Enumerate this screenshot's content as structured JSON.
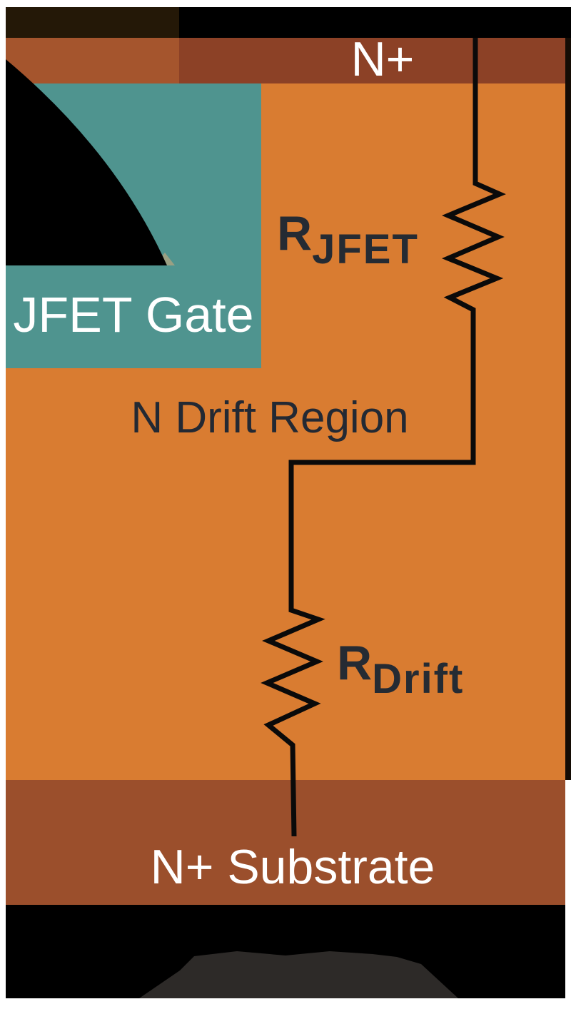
{
  "diagram": {
    "type": "semiconductor-cross-section",
    "labels": {
      "top_contact": "N+",
      "gate": "JFET Gate",
      "drift_region": "N Drift Region",
      "substrate": "N+ Substrate"
    },
    "resistors": [
      {
        "symbol": "R",
        "subscript": "JFET"
      },
      {
        "symbol": "R",
        "subscript": "Drift"
      }
    ],
    "colors": {
      "page_background": "#ffffff",
      "top_metal_dark_brown": "#241807",
      "top_metal_black": "#000000",
      "nplus_band_left": "#a5552d",
      "nplus_band_right": "#8c4126",
      "drift_orange": "#d97c31",
      "gate_teal": "#4f948f",
      "substrate_brown": "#9b4f2c",
      "bottom_metal_black": "#000000",
      "wire_black": "#0a0a0a",
      "resistor_label_dark": "#252b33",
      "drift_text_dark": "#232933",
      "white_text": "#ffffff",
      "gate_tip_khaki": "#9aa083",
      "watermark_gray": "#2d2a28"
    }
  }
}
